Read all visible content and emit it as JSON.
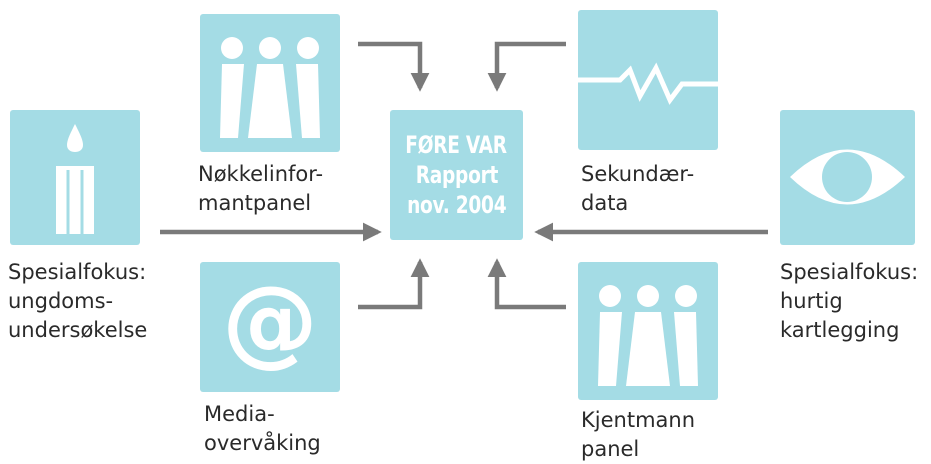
{
  "center": {
    "lines": [
      "FØRE VAR",
      "Rapport",
      "nov. 2004"
    ]
  },
  "sources": {
    "key_informant_panel": {
      "lines": [
        "Nøkkelinfor-",
        "mantpanel"
      ],
      "icon": "people-icon"
    },
    "secondary_data": {
      "lines": [
        "Sekundær-",
        "data"
      ],
      "icon": "line-graph-icon"
    },
    "youth_survey": {
      "lines": [
        "Spesialfokus:",
        "ungdoms-",
        "undersøkelse"
      ],
      "icon": "pencil-icon"
    },
    "rapid_mapping": {
      "lines": [
        "Spesialfokus:",
        "hurtig",
        "kartlegging"
      ],
      "icon": "eye-icon"
    },
    "media_monitoring": {
      "lines": [
        "Media-",
        "overvåking"
      ],
      "icon": "at-sign-icon"
    },
    "kjentmann_panel": {
      "lines": [
        "Kjentmann",
        "panel"
      ],
      "icon": "people-icon"
    }
  },
  "colors": {
    "tile": "#a4dce5",
    "arrow": "#7a7a7a",
    "glyph": "#ffffff",
    "text": "#2a2a2a"
  }
}
